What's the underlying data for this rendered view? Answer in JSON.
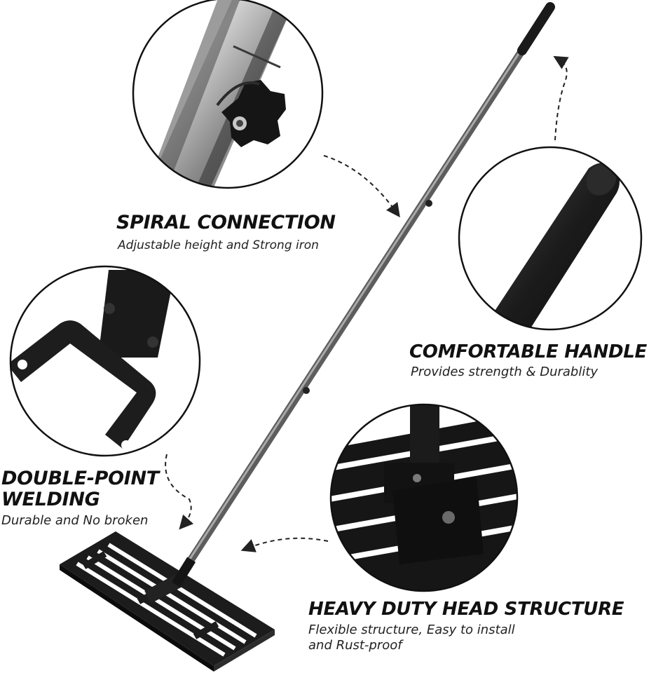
{
  "features": {
    "spiral": {
      "title": "SPIRAL CONNECTION",
      "subtitle": "Adjustable height and Strong iron"
    },
    "handle": {
      "title": "COMFORTABLE HANDLE",
      "subtitle": "Provides strength & Durablity"
    },
    "welding": {
      "title_line1": "DOUBLE-POINT",
      "title_line2": "WELDING",
      "subtitle": "Durable and No broken"
    },
    "head": {
      "title": "HEAVY DUTY HEAD STRUCTURE",
      "subtitle_line1": "Flexible structure, Easy to install",
      "subtitle_line2": "and Rust-proof"
    }
  },
  "colors": {
    "metal": "#6e6e6e",
    "metal_highlight": "#b9b9b9",
    "rake_black": "#1a1a1a",
    "circle_stroke": "#111111",
    "arrow": "#222222"
  }
}
